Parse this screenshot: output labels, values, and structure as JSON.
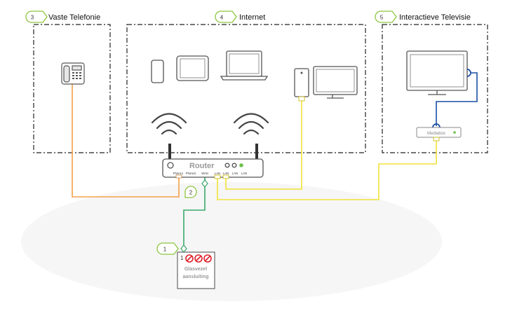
{
  "sections": {
    "vaste_telefonie": {
      "number": "3",
      "title": "Vaste Telefonie"
    },
    "internet": {
      "number": "4",
      "title": "Internet"
    },
    "interactieve_televisie": {
      "number": "5",
      "title": "Interactieve Televisie"
    }
  },
  "router": {
    "title": "Router",
    "ports": [
      "Phone1",
      "Phone2",
      "WAN",
      "LAN",
      "LAN",
      "LAN",
      "LAN"
    ]
  },
  "mediabox": {
    "label": "Mediabox"
  },
  "fiber": {
    "number": "1",
    "line1": "Glasvezel",
    "line2": "aansluiting"
  },
  "markers": {
    "wan_marker": "2",
    "fiber_marker": "1"
  },
  "colors": {
    "phone_cable": "#f5a04a",
    "lan_cable": "#f2e23a",
    "fiber_cable": "#3aa86b",
    "coax_cable": "#1a4fa3",
    "marker_green": "#8dc63f",
    "status_led": "#6cc04a",
    "fiber_red": "#e0202a",
    "router_text": "#9a9a9a"
  }
}
